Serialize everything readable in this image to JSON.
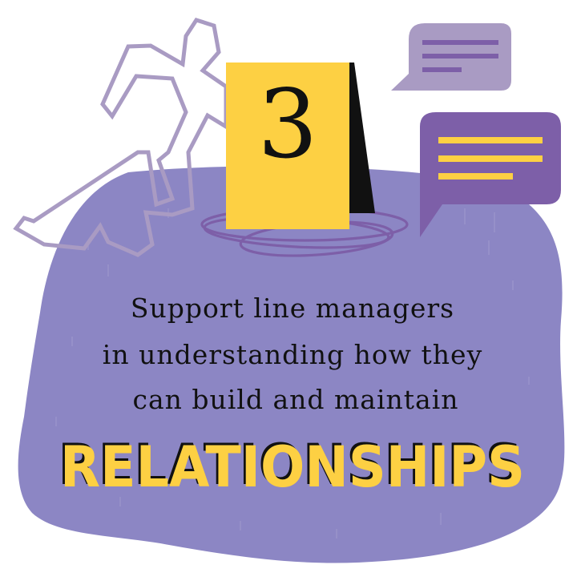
{
  "illustration": {
    "marker_number": "3",
    "tagline": {
      "line1": "Support line managers",
      "line2": "in understanding how they",
      "line3": "can build and maintain"
    },
    "headline": "RELATIONSHIPS"
  },
  "icons": {
    "body_outline": "chalk-body-outline-icon",
    "evidence_marker": "evidence-marker-tent-icon",
    "speech_small": "speech-bubble-small-icon",
    "speech_large": "speech-bubble-large-icon",
    "scribble": "scribble-circle-icon"
  },
  "colors": {
    "blob": "#8c86c4",
    "outline": "#a99bc3",
    "yellow": "#fdd043",
    "purple_dark": "#7d5fa8",
    "purple_light": "#a99bc3",
    "text": "#111111",
    "background": "#ffffff"
  }
}
